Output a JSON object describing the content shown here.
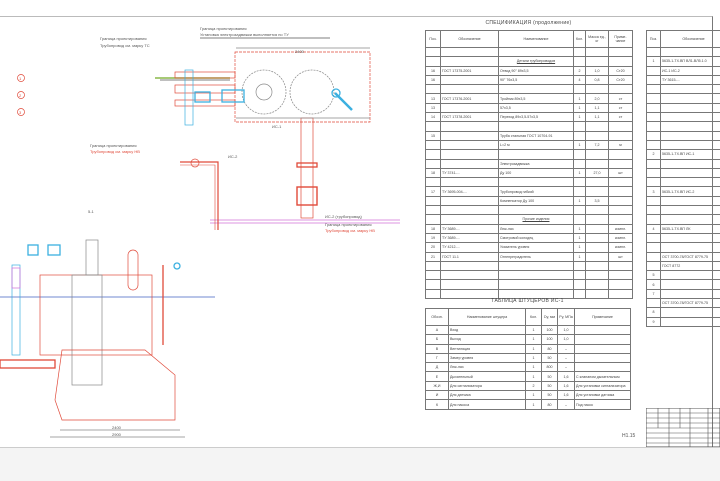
{
  "spec_table": {
    "title": "СПЕЦИФИКАЦИЯ (продолжение)",
    "headers": [
      "Поз.",
      "Обозначение",
      "Наименование",
      "Кол.",
      "Масса ед., кг",
      "Приме-чание"
    ],
    "rows": [
      [
        "",
        "",
        "",
        "",
        "",
        ""
      ],
      [
        "",
        "",
        "§Детали трубопроводов",
        "",
        "",
        ""
      ],
      [
        "16",
        "ГОСТ 17375-2001",
        "Отвод 90° 89х3,5",
        "2",
        "1,0",
        "Ст20"
      ],
      [
        "16",
        "",
        "90° 76х3,5",
        "4",
        "0,8",
        "Ст20"
      ],
      [
        "",
        "",
        "",
        "",
        "",
        ""
      ],
      [
        "13",
        "ГОСТ 17376-2001",
        "Тройник 89х3,5",
        "1",
        "2,0",
        "ст"
      ],
      [
        "13",
        "",
        "57х3,5",
        "1",
        "1,1",
        "ст"
      ],
      [
        "14",
        "ГОСТ 17378-2001",
        "Переход 89х3,5-57х3,5",
        "1",
        "1,1",
        "ст"
      ],
      [
        "",
        "",
        "",
        "",
        "",
        ""
      ],
      [
        "15",
        "",
        "Труба стальная ГОСТ 10704-91",
        "",
        "",
        ""
      ],
      [
        "",
        "",
        "L=2 м",
        "1",
        "7,2",
        "м"
      ],
      [
        "",
        "",
        "",
        "",
        "",
        ""
      ],
      [
        "",
        "",
        "Электрозадвижка",
        "",
        "",
        ""
      ],
      [
        "18",
        "ТУ 3741-...",
        "Ду 100",
        "1",
        "27,0",
        "шт"
      ],
      [
        "",
        "",
        "",
        "",
        "",
        ""
      ],
      [
        "17",
        "ТУ 3695-004-...",
        "Трубопровод гибкий",
        "",
        "",
        ""
      ],
      [
        "",
        "",
        "Компенсатор Ду 100",
        "1",
        "3,5",
        ""
      ],
      [
        "",
        "",
        "",
        "",
        "",
        ""
      ],
      [
        "",
        "",
        "§Прочие изделия",
        "",
        "",
        ""
      ],
      [
        "18",
        "ТУ 3689-...",
        "Люк-лаз",
        "1",
        "",
        "компл."
      ],
      [
        "19",
        "ТУ 3689-...",
        "Смотровой колодец",
        "1",
        "",
        "компл."
      ],
      [
        "20",
        "ТУ 4212-...",
        "Указатель уровня",
        "1",
        "",
        "компл."
      ],
      [
        "21",
        "ГОСТ 11.1",
        "Огнепреградитель",
        "1",
        "",
        "шт"
      ],
      [
        "",
        "",
        "",
        "",
        "",
        ""
      ],
      [
        "",
        "",
        "",
        "",
        "",
        ""
      ],
      [
        "",
        "",
        "",
        "",
        "",
        ""
      ],
      [
        "",
        "",
        "",
        "",
        "",
        ""
      ]
    ]
  },
  "nozzle_table": {
    "title": "ТАБЛИЦА ШТУЦЕРОВ ИС-1",
    "headers": [
      "Обозн.",
      "Наименование штуцера",
      "Кол.",
      "Dу, мм",
      "Pу, МПа",
      "Примечание"
    ],
    "rows": [
      [
        "А",
        "Вход",
        "1",
        "100",
        "1,0",
        ""
      ],
      [
        "Б",
        "Выход",
        "1",
        "100",
        "1,0",
        ""
      ],
      [
        "В",
        "Вентиляция",
        "1",
        "80",
        "–",
        ""
      ],
      [
        "Г",
        "Замер уровня",
        "1",
        "50",
        "–",
        ""
      ],
      [
        "Д",
        "Люк-лаз",
        "1",
        "800",
        "–",
        ""
      ],
      [
        "Е",
        "Дыхательный",
        "1",
        "50",
        "1,6",
        "С клапаном дыхательным"
      ],
      [
        "Ж,И",
        "Для сигнализатора",
        "2",
        "50",
        "1,6",
        "Для установки сигнализатора"
      ],
      [
        "И",
        "Для датчика",
        "1",
        "50",
        "1,6",
        "Для установки датчика"
      ],
      [
        "К",
        "Для насоса",
        "1",
        "80",
        "–",
        "Под насос"
      ]
    ]
  },
  "ref_table": {
    "headers": [
      "Поз.",
      "Обозначение"
    ],
    "rows": [
      [
        "",
        ""
      ],
      [
        "1",
        "5635-1-ТХ.ВП ВЛ1-ВЛ5.1.0"
      ],
      [
        "",
        "ИС-1 ИС-2"
      ],
      [
        "",
        "ТУ 3615-..."
      ],
      [
        "",
        ""
      ],
      [
        "",
        ""
      ],
      [
        "",
        ""
      ],
      [
        "",
        ""
      ],
      [
        "",
        ""
      ],
      [
        "",
        ""
      ],
      [
        "",
        ""
      ],
      [
        "2",
        "5635-1-ТХ.ВП ИС-1"
      ],
      [
        "",
        ""
      ],
      [
        "",
        ""
      ],
      [
        "",
        ""
      ],
      [
        "3",
        "5635-1-ТХ.ВП ИС-2"
      ],
      [
        "",
        ""
      ],
      [
        "",
        ""
      ],
      [
        "",
        ""
      ],
      [
        "4",
        "5635-1-ТХ.ВП ЛК"
      ],
      [
        "",
        ""
      ],
      [
        "",
        ""
      ],
      [
        "",
        "ОСТ 3700-78/ГОСТ 8779-75"
      ],
      [
        "",
        "ГОСТ 8772"
      ],
      [
        "5",
        ""
      ],
      [
        "6",
        ""
      ],
      [
        "7",
        ""
      ],
      [
        "",
        "ОСТ 3700-78/ГОСТ 8779-75"
      ],
      [
        "8",
        ""
      ],
      [
        "9",
        ""
      ]
    ]
  },
  "drawing": {
    "section_label": "5-1",
    "vessel_label": "ИС-1",
    "pipe_label_1": "ИС-2",
    "pipe_label_2": "ИС-2 (трубопровод)",
    "note_boundary_1": "Граница проектирования",
    "note_boundary_2": "Трубопровод см. марку ТС",
    "note_boundary_3": "Трубопровод см. марку НВ",
    "note_top": "Установка электрозадвижки выполняется по ТУ",
    "dim_top": "2400",
    "dim_bottom_1": "2400",
    "dim_bottom_2": "2900",
    "callouts": [
      "1",
      "2",
      "3"
    ]
  },
  "title_block": {
    "sheet_code": "Н1.15"
  },
  "colors": {
    "red": "#e04a3a",
    "blue": "#3bb0e0",
    "magenta": "#d070d8",
    "green": "#8ab848",
    "ground": "#4060c0"
  }
}
